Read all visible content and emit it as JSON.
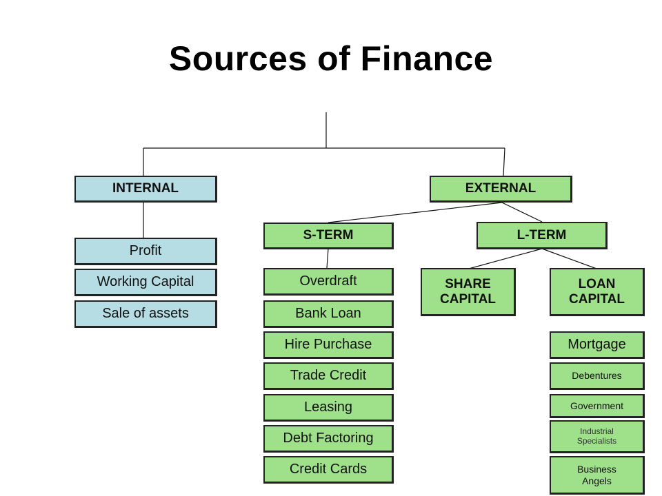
{
  "title": "Sources of Finance",
  "internal": {
    "label": "INTERNAL",
    "items": [
      "Profit",
      "Working Capital",
      "Sale of assets"
    ]
  },
  "external": {
    "label": "EXTERNAL",
    "short_term": {
      "label": "S-TERM",
      "items": [
        "Overdraft",
        "Bank Loan",
        "Hire Purchase",
        "Trade Credit",
        "Leasing",
        "Debt Factoring",
        "Credit Cards"
      ]
    },
    "long_term": {
      "label": "L-TERM",
      "share_capital": "SHARE CAPITAL",
      "loan_capital": {
        "label": "LOAN CAPITAL",
        "items": [
          "Mortgage",
          "Debentures",
          "Government",
          "Industrial Specialists",
          "Business Angels"
        ]
      }
    }
  },
  "colors": {
    "internal": "#b6dde4",
    "external": "#9fe08a"
  }
}
